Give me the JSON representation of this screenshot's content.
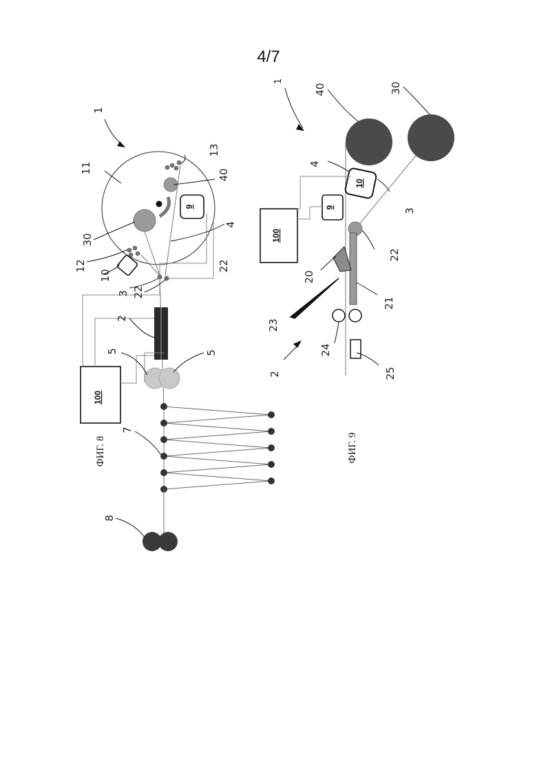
{
  "page": {
    "number": "4/7"
  },
  "fig8": {
    "caption": "ФИГ. 8",
    "labels": {
      "system": "1",
      "chamber": "11",
      "guide_upper": "13",
      "roll_40": "40",
      "roll_30": "30",
      "guide_lower": "12",
      "sensor_10": "10",
      "web_3": "3",
      "idler_22a": "22",
      "idler_22b": "22",
      "web_4": "4",
      "unit_2": "2",
      "nip_5a": "5",
      "nip_5b": "5",
      "festoon_7": "7",
      "rolls_8": "8",
      "box_9": "9",
      "controller": "100"
    }
  },
  "fig9": {
    "caption": "ФИГ. 9",
    "labels": {
      "system": "1",
      "roll_40": "40",
      "roll_30": "30",
      "web_4": "4",
      "box_10": "10",
      "web_3": "3",
      "box_9": "9",
      "controller": "100",
      "roller_22": "22",
      "blade_20": "20",
      "table_21": "21",
      "arrow_2": "2",
      "knife_23": "23",
      "rollers_24": "24",
      "box_25": "25"
    }
  }
}
